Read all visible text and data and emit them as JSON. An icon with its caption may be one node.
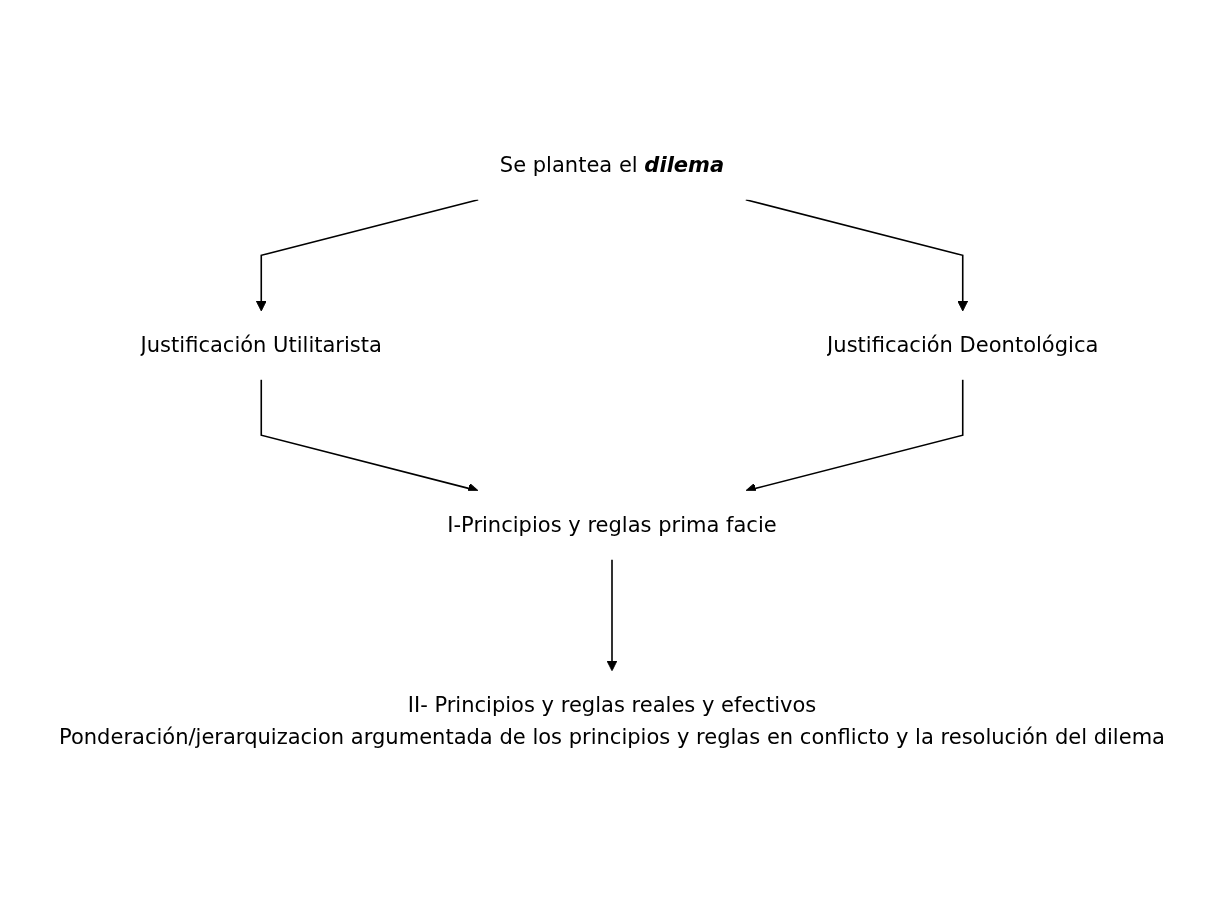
{
  "diagram": {
    "nodes": [
      {
        "text": [
          "Se plantea el **dilema**"
        ]
      },
      {
        "text": [
          "Justificación Utilitarista"
        ]
      },
      {
        "text": [
          "Justificación Deontológica"
        ]
      },
      {
        "text": [
          "I-Principios y reglas prima facie"
        ]
      },
      {
        "text": [
          "II- Principios y reglas reales y efectivos",
          "Ponderación/jerarquizacion argumentada de los principios y reglas en conflicto y la resolución del dilema"
        ]
      }
    ],
    "edges": [
      {
        "from": 0,
        "to": 1,
        "arrow": "to"
      },
      {
        "from": 0,
        "to": 2,
        "arrow": "to"
      },
      {
        "from": 1,
        "to": 3,
        "arrow": "to"
      },
      {
        "from": 2,
        "to": 3,
        "arrow": "to"
      },
      {
        "from": 3,
        "to": 4,
        "arrow": "to"
      }
    ]
  }
}
